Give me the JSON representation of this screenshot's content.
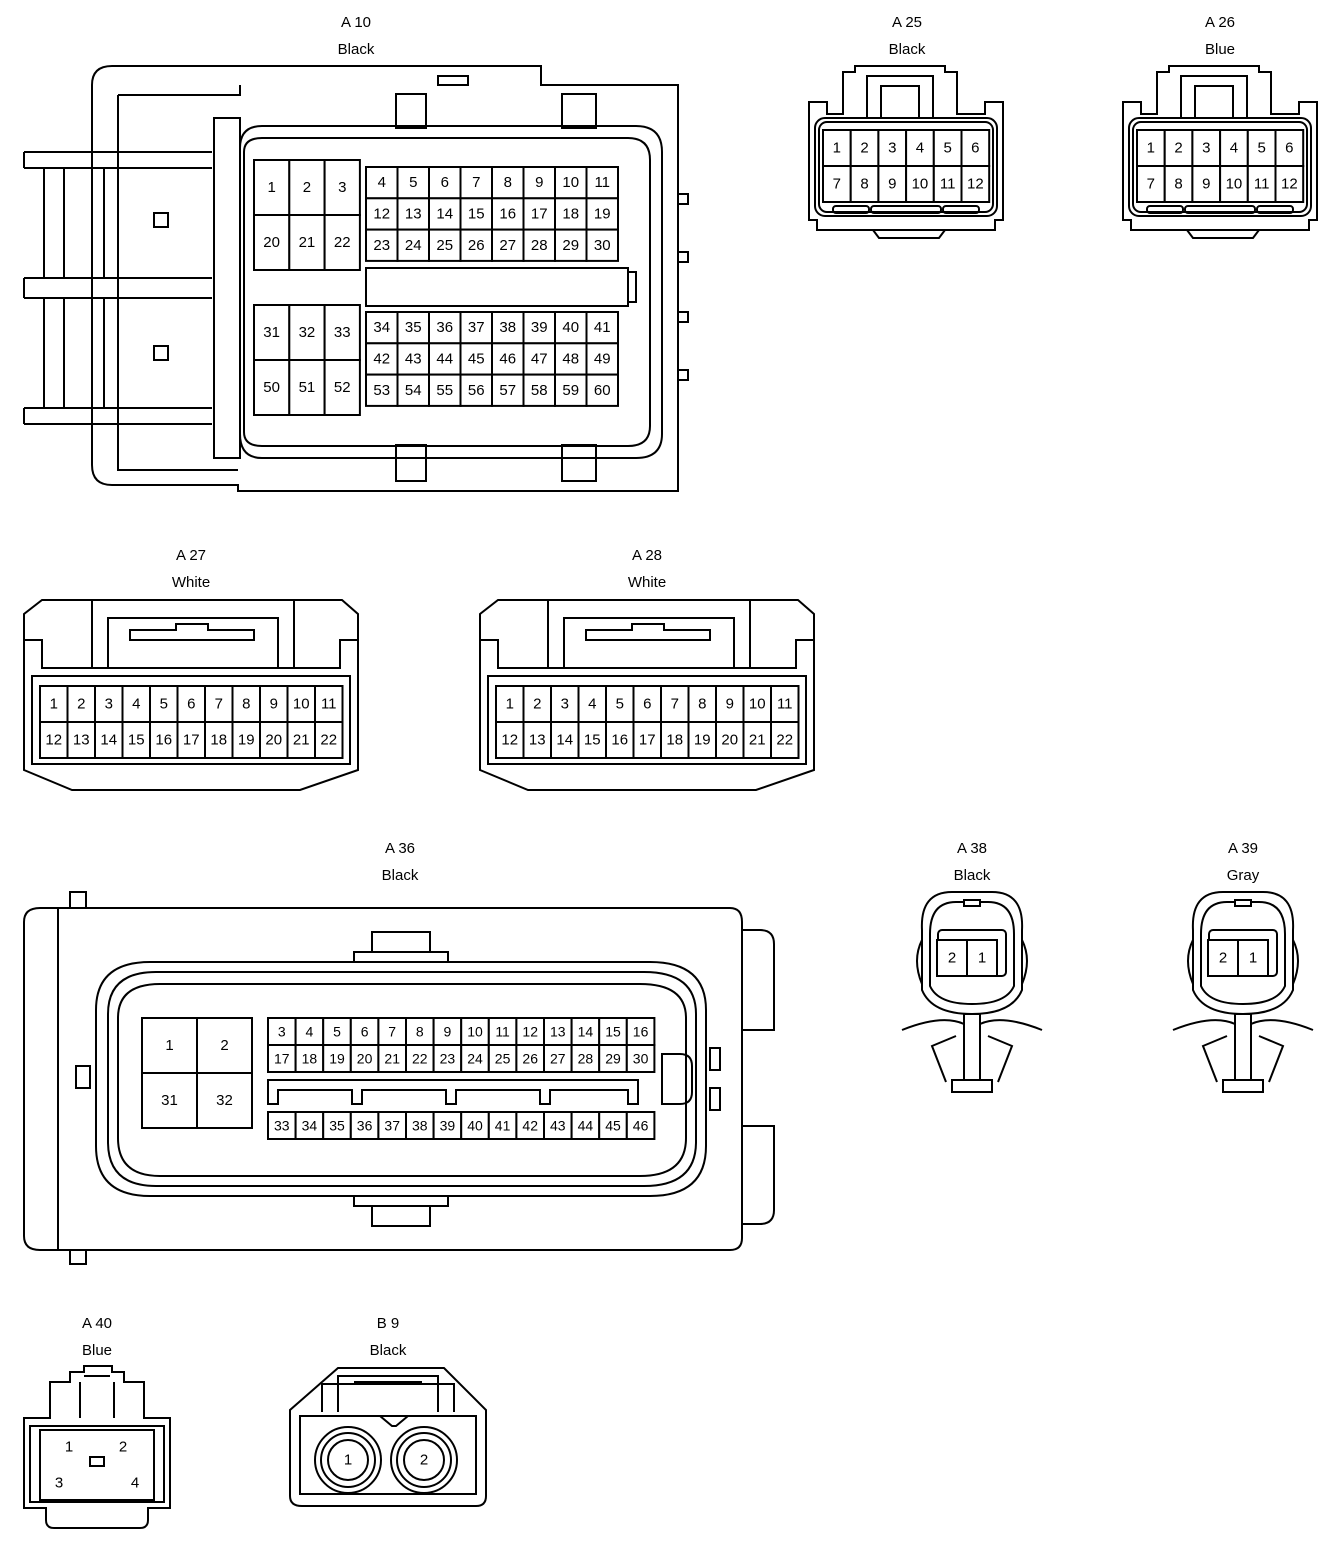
{
  "connectors": {
    "a10": {
      "code": "A 10",
      "color": "Black",
      "pins_a": [
        "1",
        "2",
        "3",
        "20",
        "21",
        "22"
      ],
      "pins_b": [
        "4",
        "5",
        "6",
        "7",
        "8",
        "9",
        "10",
        "11",
        "12",
        "13",
        "14",
        "15",
        "16",
        "17",
        "18",
        "19",
        "23",
        "24",
        "25",
        "26",
        "27",
        "28",
        "29",
        "30"
      ],
      "pins_c": [
        "31",
        "32",
        "33",
        "50",
        "51",
        "52"
      ],
      "pins_d": [
        "34",
        "35",
        "36",
        "37",
        "38",
        "39",
        "40",
        "41",
        "42",
        "43",
        "44",
        "45",
        "46",
        "47",
        "48",
        "49",
        "53",
        "54",
        "55",
        "56",
        "57",
        "58",
        "59",
        "60"
      ]
    },
    "a25": {
      "code": "A 25",
      "color": "Black",
      "pins": [
        "1",
        "2",
        "3",
        "4",
        "5",
        "6",
        "7",
        "8",
        "9",
        "10",
        "11",
        "12"
      ]
    },
    "a26": {
      "code": "A 26",
      "color": "Blue",
      "pins": [
        "1",
        "2",
        "3",
        "4",
        "5",
        "6",
        "7",
        "8",
        "9",
        "10",
        "11",
        "12"
      ]
    },
    "a27": {
      "code": "A 27",
      "color": "White",
      "pins": [
        "1",
        "2",
        "3",
        "4",
        "5",
        "6",
        "7",
        "8",
        "9",
        "10",
        "11",
        "12",
        "13",
        "14",
        "15",
        "16",
        "17",
        "18",
        "19",
        "20",
        "21",
        "22"
      ]
    },
    "a28": {
      "code": "A 28",
      "color": "White",
      "pins": [
        "1",
        "2",
        "3",
        "4",
        "5",
        "6",
        "7",
        "8",
        "9",
        "10",
        "11",
        "12",
        "13",
        "14",
        "15",
        "16",
        "17",
        "18",
        "19",
        "20",
        "21",
        "22"
      ]
    },
    "a36": {
      "code": "A 36",
      "color": "Black",
      "pins_left": [
        "1",
        "2",
        "31",
        "32"
      ],
      "pins_top": [
        "3",
        "4",
        "5",
        "6",
        "7",
        "8",
        "9",
        "10",
        "11",
        "12",
        "13",
        "14",
        "15",
        "16",
        "17",
        "18",
        "19",
        "20",
        "21",
        "22",
        "23",
        "24",
        "25",
        "26",
        "27",
        "28",
        "29",
        "30"
      ],
      "pins_bottom": [
        "33",
        "34",
        "35",
        "36",
        "37",
        "38",
        "39",
        "40",
        "41",
        "42",
        "43",
        "44",
        "45",
        "46"
      ]
    },
    "a38": {
      "code": "A 38",
      "color": "Black",
      "pins": [
        "2",
        "1"
      ]
    },
    "a39": {
      "code": "A 39",
      "color": "Gray",
      "pins": [
        "2",
        "1"
      ]
    },
    "a40": {
      "code": "A 40",
      "color": "Blue",
      "pins": [
        "1",
        "2",
        "3",
        "4"
      ]
    },
    "b9": {
      "code": "B 9",
      "color": "Black",
      "pins": [
        "1",
        "2"
      ]
    }
  }
}
